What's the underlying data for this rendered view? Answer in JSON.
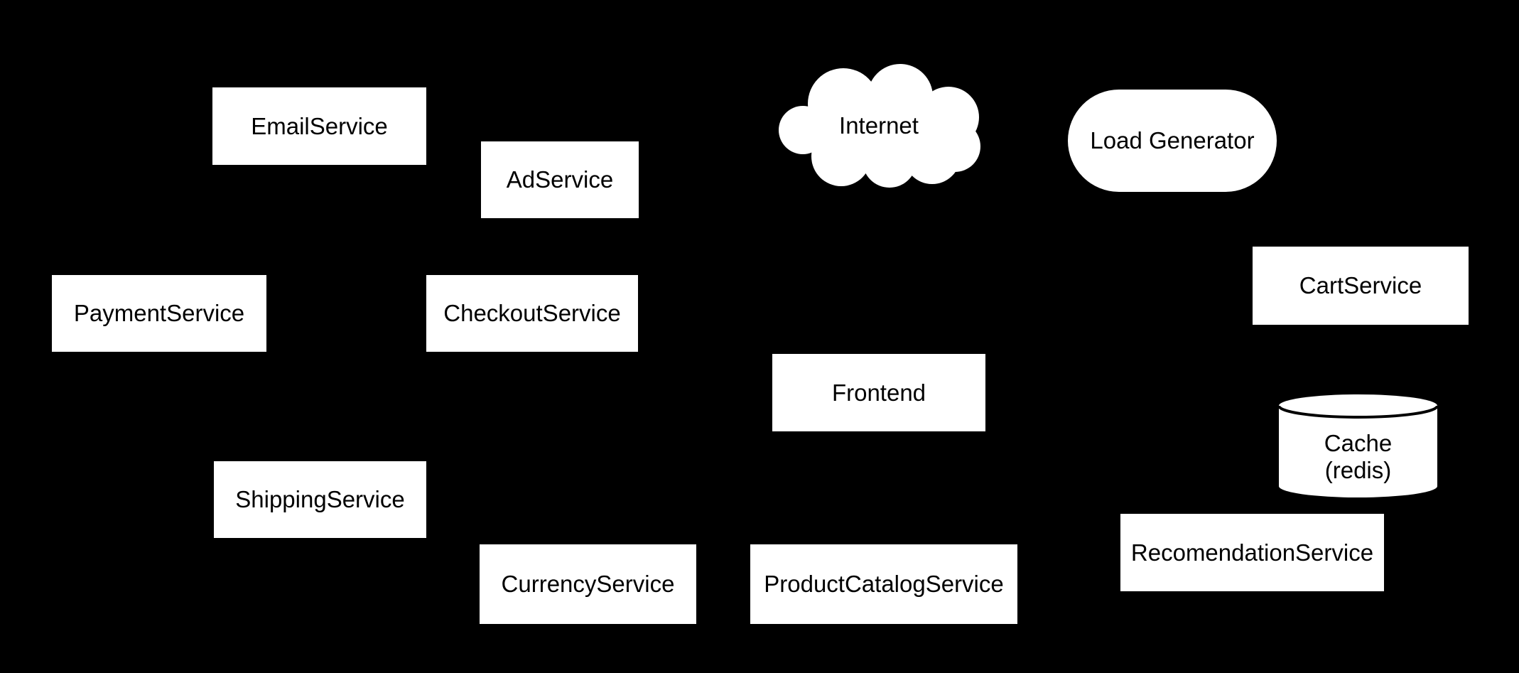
{
  "diagram": {
    "background_color": "#000000",
    "shape_fill_color": "#ffffff",
    "text_color": "#000000",
    "nodes": [
      {
        "id": "email-service",
        "shape": "rectangle",
        "label": "EmailService"
      },
      {
        "id": "ad-service",
        "shape": "rectangle",
        "label": "AdService"
      },
      {
        "id": "internet",
        "shape": "cloud",
        "label": "Internet"
      },
      {
        "id": "load-generator",
        "shape": "rounded",
        "label": "Load Generator"
      },
      {
        "id": "payment-service",
        "shape": "rectangle",
        "label": "PaymentService"
      },
      {
        "id": "checkout-service",
        "shape": "rectangle",
        "label": "CheckoutService"
      },
      {
        "id": "cart-service",
        "shape": "rectangle",
        "label": "CartService"
      },
      {
        "id": "frontend",
        "shape": "rectangle",
        "label": "Frontend"
      },
      {
        "id": "cache-redis",
        "shape": "cylinder",
        "label": "Cache (redis)",
        "label_lines": [
          "Cache",
          "(redis)"
        ]
      },
      {
        "id": "shipping-service",
        "shape": "rectangle",
        "label": "ShippingService"
      },
      {
        "id": "currency-service",
        "shape": "rectangle",
        "label": "CurrencyService"
      },
      {
        "id": "product-catalog-service",
        "shape": "rectangle",
        "label": "ProductCatalogService"
      },
      {
        "id": "recomendation-service",
        "shape": "rectangle",
        "label": "RecomendationService"
      }
    ]
  }
}
